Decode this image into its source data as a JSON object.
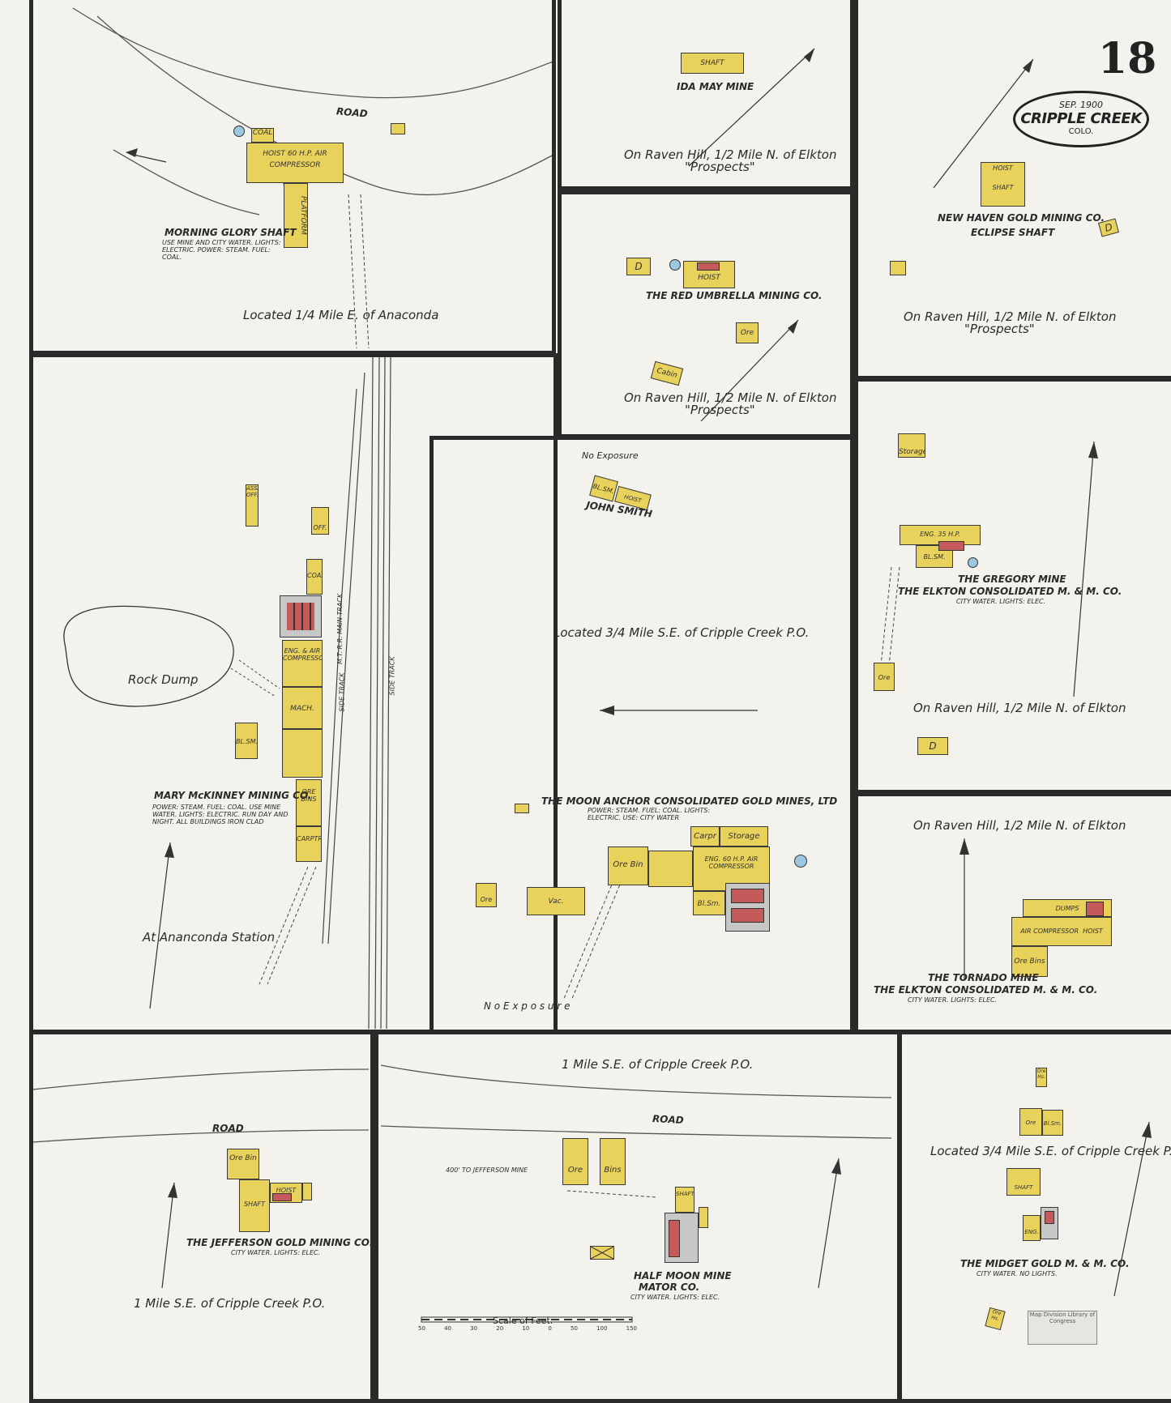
{
  "sheet": {
    "number": "18",
    "date": "SEP. 1900",
    "city": "CRIPPLE CREEK",
    "state": "COLO."
  },
  "labels": {
    "road1": "ROAD",
    "morning_glory": "MORNING GLORY SHAFT",
    "morning_glory_note": "USE MINE AND CITY WATER. LIGHTS: ELECTRIC. POWER: STEAM. FUEL: COAL.",
    "loc_anaconda": "Located 1/4 Mile E. of Anaconda",
    "ida_may": "IDA MAY MINE",
    "raven1": "On Raven Hill, 1/2 Mile N. of Elkton",
    "prospects1": "\"Prospects\"",
    "red_umbrella": "THE RED UMBRELLA MINING CO.",
    "raven2": "On Raven Hill, 1/2 Mile N. of Elkton",
    "prospects2": "\"Prospects\"",
    "new_haven": "NEW HAVEN GOLD MINING CO.",
    "eclipse": "ECLIPSE SHAFT",
    "raven3": "On Raven Hill, 1/2 Mile N. of Elkton",
    "prospects3": "\"Prospects\"",
    "rock_dump": "Rock Dump",
    "mary_mckinney": "MARY McKINNEY MINING CO.",
    "mary_note": "POWER: STEAM. FUEL: COAL. USE MINE WATER. LIGHTS: ELECTRIC. RUN DAY AND NIGHT. ALL BUILDINGS IRON CLAD",
    "anaconda_station": "At Ananconda Station",
    "no_exposure_top": "No Exposure",
    "john_smith": "JOHN SMITH",
    "loc_cripple1": "Located 3/4 Mile S.E. of Cripple Creek P.O.",
    "moon_anchor": "THE MOON ANCHOR CONSOLIDATED GOLD MINES, LTD",
    "moon_note": "POWER: STEAM. FUEL: COAL. LIGHTS: ELECTRIC. USE: CITY WATER",
    "no_exposure_bottom": "N o   E x p o s u r e",
    "gregory": "THE GREGORY MINE",
    "elkton1": "THE ELKTON CONSOLIDATED M. & M. CO.",
    "elkton1_note": "CITY WATER. LIGHTS: ELEC.",
    "raven4": "On Raven Hill, 1/2 Mile N. of Elkton",
    "raven5": "On Raven Hill, 1/2 Mile N. of Elkton",
    "tornado": "THE TORNADO MINE",
    "elkton2": "THE ELKTON CONSOLIDATED M. & M. CO.",
    "elkton2_note": "CITY WATER. LIGHTS: ELEC.",
    "road2": "ROAD",
    "jefferson": "THE JEFFERSON GOLD MINING CO.",
    "jefferson_note": "CITY WATER. LIGHTS: ELEC.",
    "mile_se1": "1 Mile S.E. of Cripple Creek P.O.",
    "mile_se2": "1 Mile S.E. of Cripple Creek P.O.",
    "road3": "ROAD",
    "to_jefferson": "400' TO JEFFERSON MINE",
    "half_moon": "HALF MOON MINE",
    "motor_co": "MATOR CO.",
    "half_moon_note": "CITY WATER. LIGHTS: ELEC.",
    "scale": "Scale of Feet.",
    "scale_ticks": [
      "50",
      "40",
      "30",
      "20",
      "10",
      "0",
      "50",
      "100",
      "150"
    ],
    "loc_cripple2": "Located 3/4 Mile S.E. of Cripple Creek P.O.",
    "midget": "THE MIDGET GOLD M. & M. CO.",
    "midget_note": "CITY WATER. NO LIGHTS.",
    "side_track1": "SIDE TRACK",
    "main_track": "M.T. R.R. MAIN TRACK",
    "side_track2": "SIDE TRACK",
    "stamp": "Map Division Library of Congress"
  },
  "buildings": {
    "hoist_air": "HOIST 60 H.P. AIR COMPRESSOR",
    "coal": "COAL",
    "platform": "PLATFORM",
    "ida_shaft": "SHAFT",
    "red_d": "D",
    "red_hoist": "HOIST",
    "ore_bin": "Ore Bin",
    "cabin": "Cabin",
    "nh_hoist": "HOIST",
    "nh_shaft": "SHAFT",
    "nh_d": "D",
    "assay": "ASSAY OFF.",
    "off": "OFF.",
    "coal2": "COAL",
    "eng_air": "ENG. & AIR COMPRESSOR",
    "mach": "MACH. SHOP",
    "blsm": "BL.SM.",
    "ore_bins2": "ORE BINS",
    "carptr": "CARPTR",
    "js_blsm": "BL.SM.",
    "js_hoist": "HOIST",
    "ma_ore_bin": "Ore Bin",
    "ma_carpr": "Carpr",
    "ma_storage": "Storage",
    "ma_eng": "ENG. 60 H.P. AIR COMPRESSOR",
    "ma_blsm": "Bl.Sm.",
    "ma_vac": "Vac.",
    "ma_ore_hs": "Ore Hs.",
    "storage": "Storage",
    "gr_eng": "ENG. 35 H.P.",
    "gr_blsm": "BL.SM.",
    "ore_hs": "Ore Hs.",
    "gr_d": "D",
    "t_dumps": "DUMPS",
    "t_air": "AIR COMPRESSOR",
    "t_hoist": "HOIST",
    "t_orebins": "Ore Bins",
    "j_orebin": "Ore Bin",
    "j_hoist": "HOIST",
    "j_shaft": "SHAFT",
    "hm_ore": "Ore",
    "hm_bins": "Bins",
    "hm_shaft": "SHAFT",
    "m_ore": "Ore Hs.",
    "m_orehs2": "Ore Hs.",
    "m_blsm": "Bl.Sm.",
    "m_shaft": "SHAFT",
    "m_eng": "ENG.",
    "m_oil": "Ore Hs."
  },
  "colors": {
    "building": "#e8d25c",
    "paper": "#f5f4ee",
    "frame": "#2a2a2a",
    "brick": "#c45a5a",
    "water": "#9cc7e0"
  }
}
